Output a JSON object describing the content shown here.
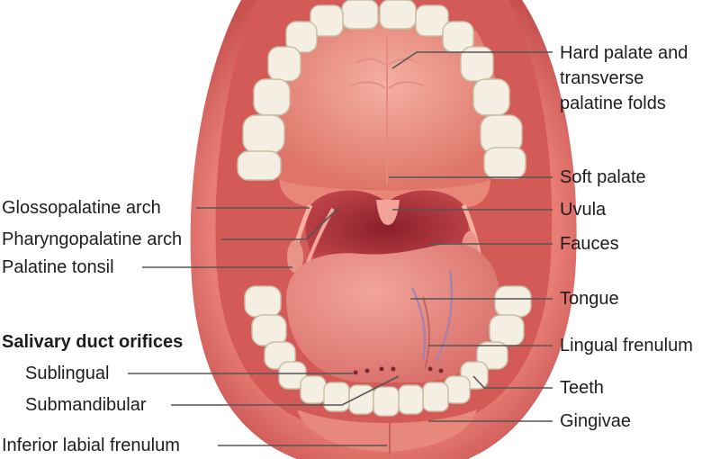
{
  "labels_right": {
    "hard_palate_line1": "Hard palate and",
    "hard_palate_line2": "transverse",
    "hard_palate_line3": "palatine folds",
    "soft_palate": "Soft palate",
    "uvula": "Uvula",
    "fauces": "Fauces",
    "tongue": "Tongue",
    "lingual_frenulum": "Lingual frenulum",
    "teeth": "Teeth",
    "gingivae": "Gingivae"
  },
  "labels_left": {
    "glossopalatine_arch": "Glossopalatine arch",
    "pharyngopalatine_arch": "Pharyngopalatine arch",
    "palatine_tonsil": "Palatine tonsil",
    "salivary_heading": "Salivary duct orifices",
    "sublingual": "Sublingual",
    "submandibular": "Submandibular",
    "inferior_labial_frenulum": "Inferior labial frenulum"
  },
  "colors": {
    "lip": "#e46f6a",
    "lip_dark": "#c94f4e",
    "mucosa": "#d8605c",
    "palate": "#ef9a8e",
    "throat": "#a82f36",
    "tongue": "#ec8f87",
    "tooth": "#f4efe2",
    "leader_line": "#555555"
  }
}
